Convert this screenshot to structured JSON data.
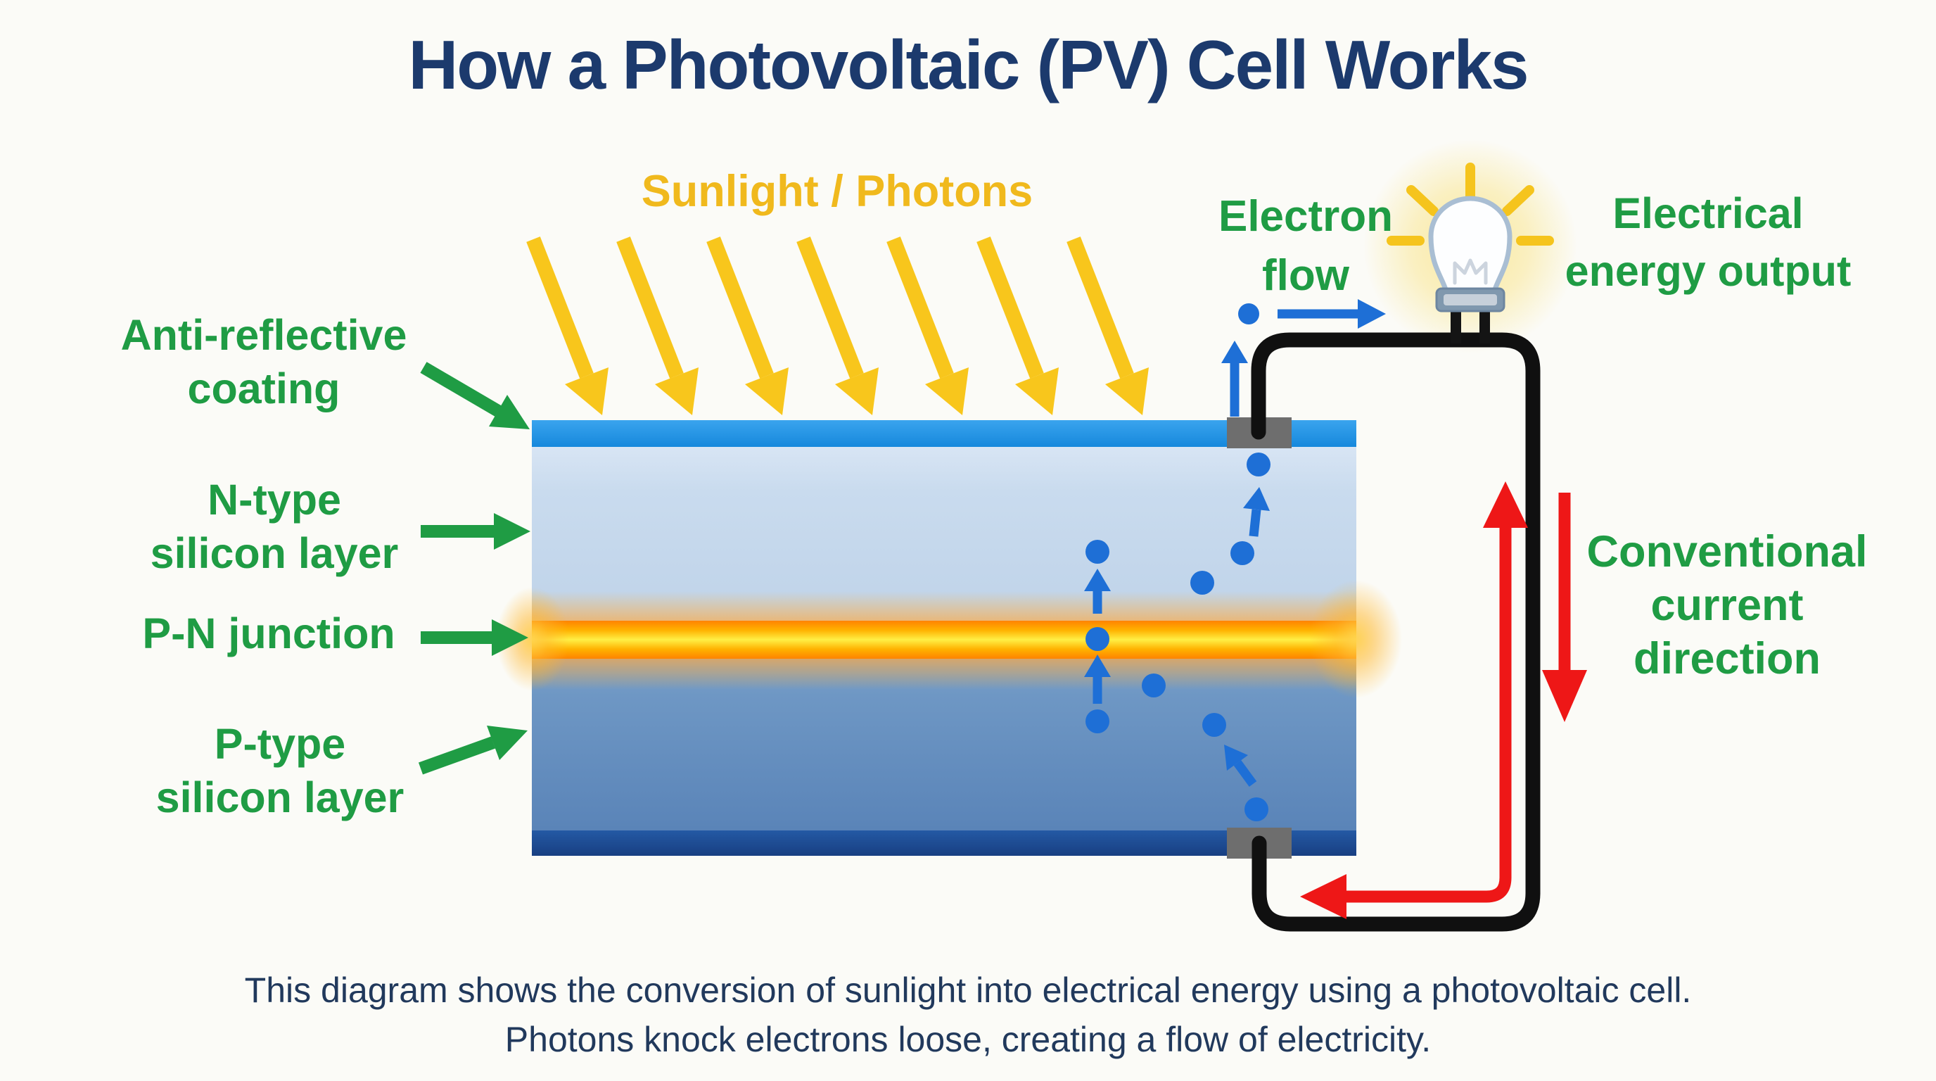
{
  "title": "How a Photovoltaic (PV) Cell Works",
  "sunlight_label": "Sunlight / Photons",
  "layer_labels": {
    "anti_reflective": {
      "line1": "Anti-reflective",
      "line2": "coating"
    },
    "n_type": {
      "line1": "N-type",
      "line2": "silicon layer"
    },
    "pn_junction": {
      "line1": "P-N junction"
    },
    "p_type": {
      "line1": "P-type",
      "line2": "silicon layer"
    }
  },
  "electron_flow": {
    "line1": "Electron",
    "line2": "flow"
  },
  "electrical_output": {
    "line1": "Electrical",
    "line2": "energy output"
  },
  "conventional_current": {
    "line1": "Conventional",
    "line2": "current",
    "line3": "direction"
  },
  "caption": {
    "line1": "This diagram shows the conversion of sunlight into electrical energy using a photovoltaic cell.",
    "line2": "Photons knock electrons loose, creating a flow of electricity."
  },
  "icons": {
    "light_bulb": "light-bulb",
    "sun_rays": "sun-ray-arrows",
    "electron": "electron-dot"
  },
  "colors": {
    "background": "#fbfbf7",
    "title_navy": "#1c3a6d",
    "caption_navy": "#21395c",
    "label_green": "#1f9c44",
    "sunlight_gold": "#f0b91d",
    "sun_arrow_yellow": "#f8c61c",
    "coating_blue": "#2095e8",
    "n_type_light_blue": "#c9dbee",
    "junction_orange": "#ff8a00",
    "junction_yellow": "#ffef45",
    "p_type_steel_blue": "#6e97c4",
    "back_contact_navy": "#1e4c94",
    "electrode_gray": "#6e6e6e",
    "wire_black": "#101010",
    "electron_blue": "#1e6fd6",
    "current_red": "#ee1717"
  }
}
